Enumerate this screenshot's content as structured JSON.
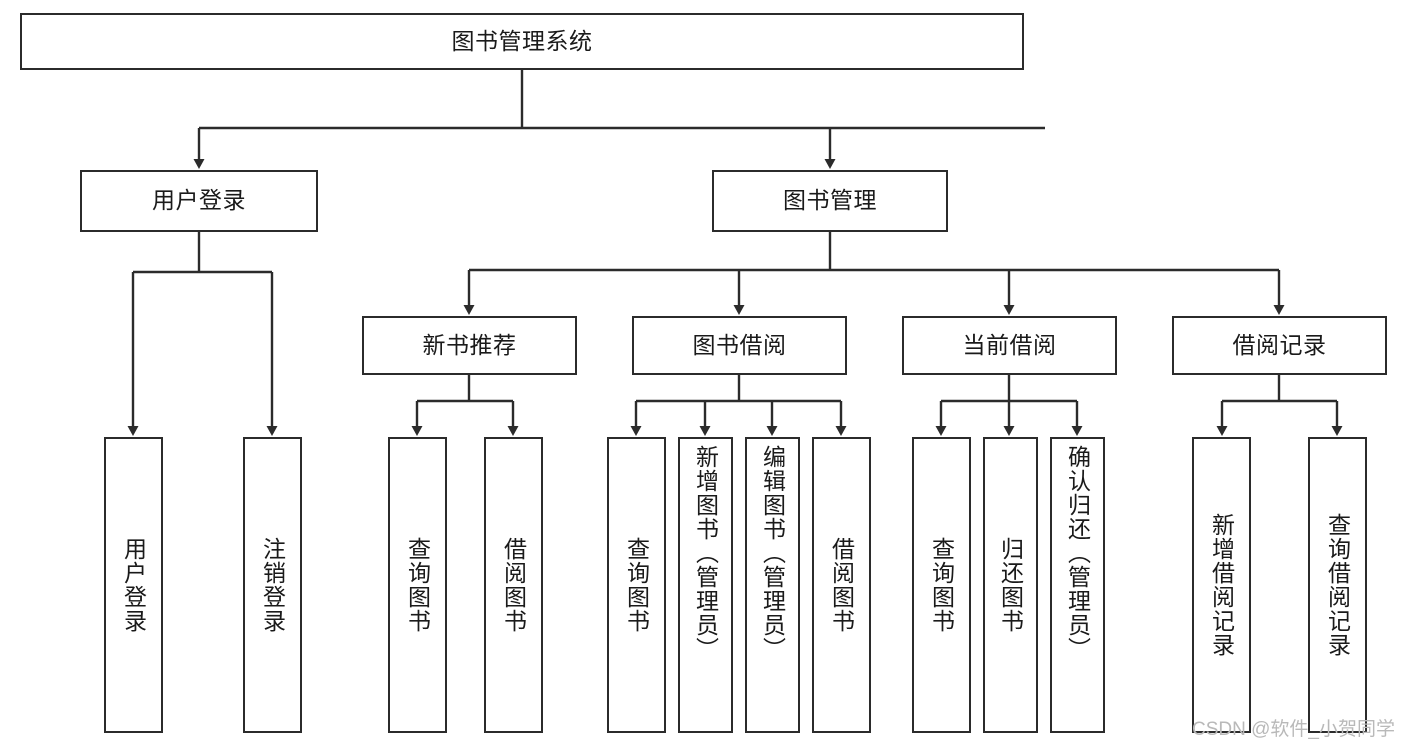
{
  "diagram": {
    "title": "图书管理系统",
    "type": "tree",
    "watermark": "CSDN @软件_小贺同学",
    "colors": {
      "stroke": "#2b2b2b",
      "fill": "#ffffff",
      "text": "#1a1a1a",
      "watermark": "#b9b9b9"
    },
    "nodes": {
      "root": {
        "label": "图书管理系统",
        "orientation": "horizontal"
      },
      "level1": [
        {
          "label": "用户登录",
          "orientation": "horizontal"
        },
        {
          "label": "图书管理",
          "orientation": "horizontal"
        }
      ],
      "level2": [
        {
          "label": "新书推荐",
          "orientation": "horizontal"
        },
        {
          "label": "图书借阅",
          "orientation": "horizontal"
        },
        {
          "label": "当前借阅",
          "orientation": "horizontal"
        },
        {
          "label": "借阅记录",
          "orientation": "horizontal"
        }
      ],
      "leaves": {
        "user_login": [
          {
            "label": "用户登录",
            "orientation": "vertical"
          },
          {
            "label": "注销登录",
            "orientation": "vertical"
          }
        ],
        "new_book": [
          {
            "label": "查询图书",
            "orientation": "vertical"
          },
          {
            "label": "借阅图书",
            "orientation": "vertical"
          }
        ],
        "book_borrow": [
          {
            "label": "查询图书",
            "orientation": "vertical"
          },
          {
            "label": "新增图书（管理员）",
            "orientation": "vertical"
          },
          {
            "label": "编辑图书（管理员）",
            "orientation": "vertical"
          },
          {
            "label": "借阅图书",
            "orientation": "vertical"
          }
        ],
        "current_borrow": [
          {
            "label": "查询图书",
            "orientation": "vertical"
          },
          {
            "label": "归还图书",
            "orientation": "vertical"
          },
          {
            "label": "确认归还（管理员）",
            "orientation": "vertical"
          }
        ],
        "borrow_record": [
          {
            "label": "新增借阅记录",
            "orientation": "vertical"
          },
          {
            "label": "查询借阅记录",
            "orientation": "vertical"
          }
        ]
      }
    }
  }
}
